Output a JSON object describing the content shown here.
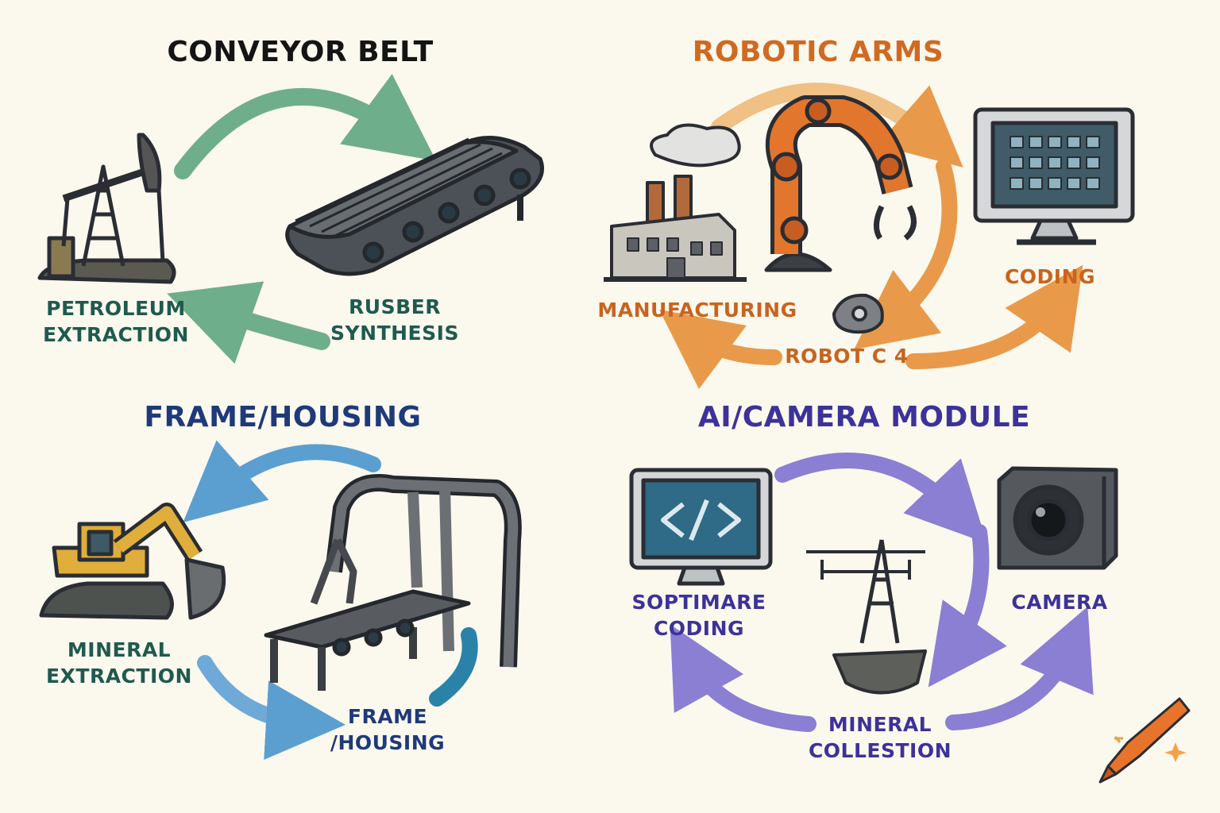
{
  "colors": {
    "background": "#fbf8ee",
    "conveyor": "#6fae8a",
    "robotic": "#e89a4a",
    "frame": "#5b9fd1",
    "ai": "#8a7fd3",
    "dark_green": "#1f5a4e",
    "dark_orange": "#c8641e",
    "navy": "#1f3a7a",
    "purple": "#3d3299"
  },
  "panels": {
    "conveyor": {
      "title": "CONVEYOR BELT",
      "petroleum": [
        "PETROLEUM",
        "EXTRACTION"
      ],
      "rubber": [
        "RUSBER",
        "SYNTHESIS"
      ]
    },
    "robotic": {
      "title": "ROBOTIC ARMS",
      "manufacturing": "MANUFACTURING",
      "coding": "CODING",
      "robotic_label": "ROBOT C  4"
    },
    "frame": {
      "title": "FRAME/HOUSING",
      "mineral": [
        "MINERAL",
        "EXTRACTION"
      ],
      "frame_label": [
        "FRAME",
        "/HOUSING"
      ]
    },
    "ai": {
      "title": "AI/CAMERA MODULE",
      "software": [
        "SOPTIMARE",
        "CODING"
      ],
      "camera": "CAMERA",
      "mineral": [
        "MINERAL",
        "COLLESTION"
      ]
    }
  },
  "icons": [
    "pumpjack-icon",
    "conveyor-belt-icon",
    "factory-icon",
    "robot-arm-icon",
    "monitor-keypad-icon",
    "gear-part-icon",
    "excavator-icon",
    "frame-housing-icon",
    "code-monitor-icon",
    "camera-icon",
    "transmission-tower-icon",
    "crayon-icon"
  ]
}
